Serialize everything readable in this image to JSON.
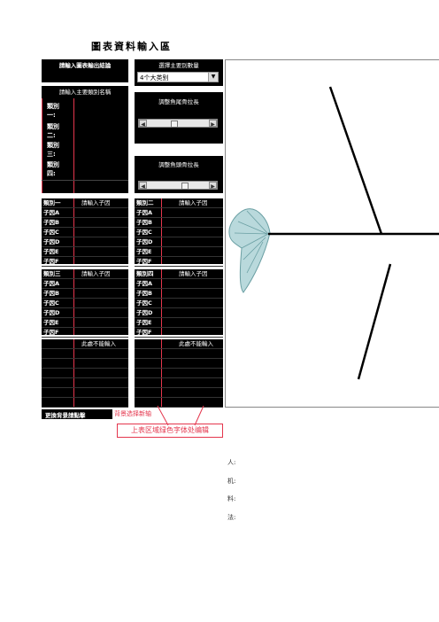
{
  "title": "圖表資料輸入區",
  "conclusion_label": "請輸入圖表輸出結論",
  "category_count": {
    "label": "選擇主要別數量",
    "value": "4个大类别"
  },
  "main_category": {
    "label": "請輸入主要類別名稱",
    "items": [
      "類別一:",
      "類別二:",
      "類別三:",
      "類別四:"
    ]
  },
  "slider_tail": {
    "label": "調整魚尾骨拉長"
  },
  "slider_head": {
    "label": "調整魚頭骨拉長"
  },
  "groups": [
    {
      "name": "類別一",
      "hint": "請輸入子因",
      "rows": [
        "子因A",
        "子因B",
        "子因C",
        "子因D",
        "子因E",
        "子因F"
      ]
    },
    {
      "name": "類別二",
      "hint": "請輸入子因",
      "rows": [
        "子因A",
        "子因B",
        "子因C",
        "子因D",
        "子因E",
        "子因F"
      ]
    },
    {
      "name": "類別三",
      "hint": "請輸入子因",
      "rows": [
        "子因A",
        "子因B",
        "子因C",
        "子因D",
        "子因E",
        "子因F"
      ]
    },
    {
      "name": "類別四",
      "hint": "請輸入子因",
      "rows": [
        "子因A",
        "子因B",
        "子因C",
        "子因D",
        "子因E",
        "子因F"
      ]
    }
  ],
  "no_input": {
    "left": "此處不能輸入",
    "right": "此處不能輸入"
  },
  "footer": {
    "left": "更換背景請點擊",
    "link": "背景选择新轴",
    "callout": "上表区域绿色字体处编辑"
  },
  "side_labels": [
    "人:",
    "机:",
    "料:",
    "法:"
  ],
  "colors": {
    "accent_red": "#e4364d",
    "fish_fill": "#b9d9dc",
    "fish_stroke": "#6a9fa3"
  }
}
